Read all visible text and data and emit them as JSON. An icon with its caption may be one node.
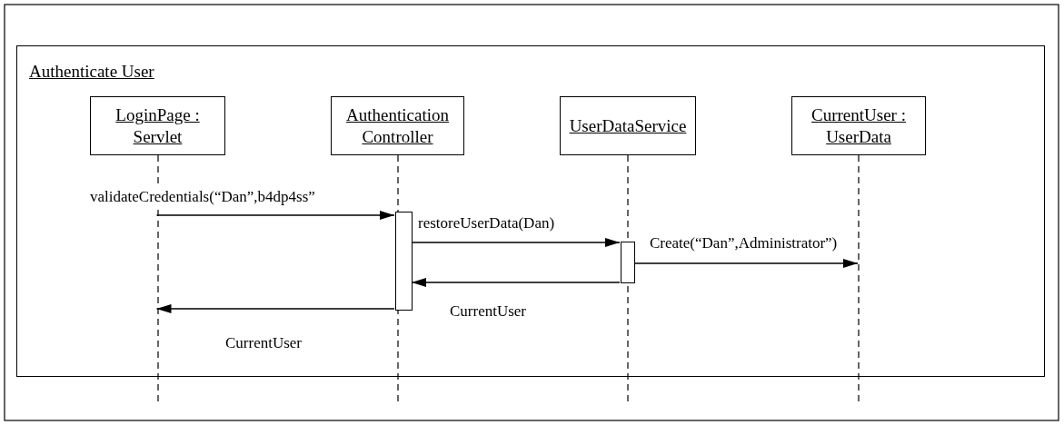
{
  "diagram": {
    "nodes": [
      {
        "text": [
          "Authenticate User"
        ]
      },
      {
        "text": [
          "LoginPage : Servlet"
        ],
        "in": 0
      },
      {
        "text": [
          "Authentication Controller"
        ],
        "in": 0
      },
      {
        "text": [
          "UserDataService"
        ],
        "in": 0
      },
      {
        "text": [
          "CurrentUser : UserData"
        ],
        "in": 0
      },
      {
        "text": [],
        "shape": "bar",
        "in": 2
      },
      {
        "text": [],
        "shape": "bar",
        "in": 3
      }
    ],
    "edges": [
      {
        "from": 1,
        "to": 5,
        "arrow": "to",
        "label": "validateCredentials(“Dan”,b4dp4ss”"
      },
      {
        "from": 5,
        "to": 6,
        "arrow": "to",
        "label": "restoreUserData(Dan)"
      },
      {
        "from": 6,
        "to": 4,
        "arrow": "to",
        "label": "Create(“Dan”,Administrator”)"
      },
      {
        "from": 6,
        "to": 5,
        "arrow": "to",
        "label": "CurrentUser"
      },
      {
        "from": 5,
        "to": 1,
        "arrow": "to",
        "label": "CurrentUser"
      }
    ]
  }
}
